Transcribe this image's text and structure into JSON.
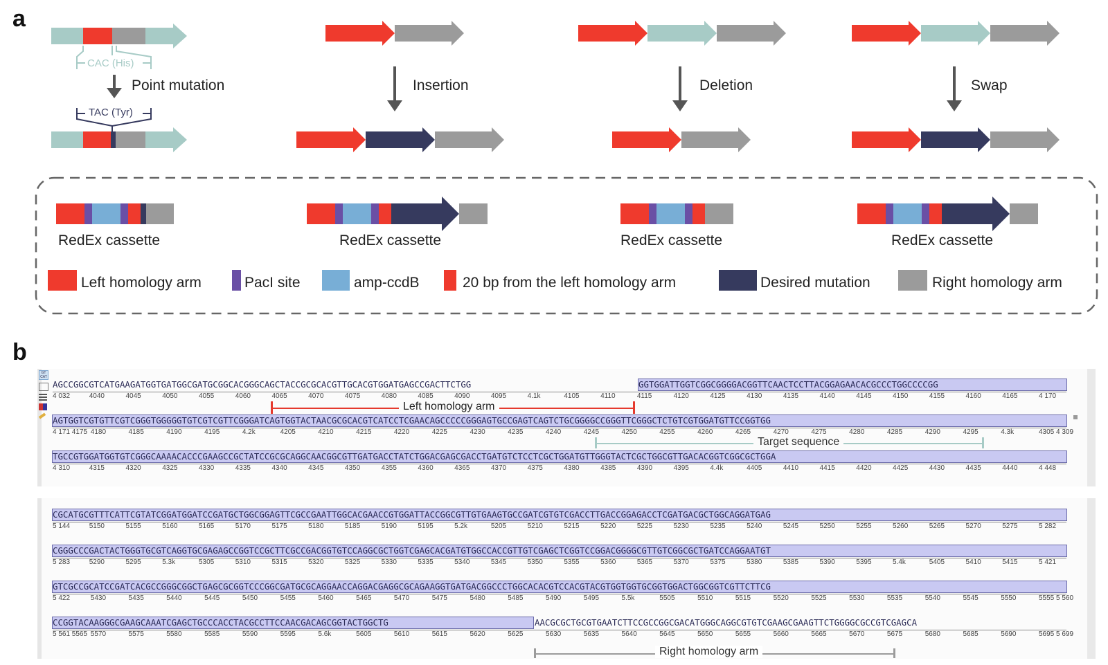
{
  "panel_a": {
    "letter": "a",
    "operations": {
      "point_mutation": "Point mutation",
      "insertion": "Insertion",
      "deletion": "Deletion",
      "swap": "Swap"
    },
    "codon_before": "CAC (His)",
    "codon_after": "TAC (Tyr)",
    "cassette_label": "RedEx cassette",
    "legend": [
      {
        "label": "Left homology arm",
        "color": "#ef3a2d"
      },
      {
        "label": "PacI site",
        "color": "#6a4fa5"
      },
      {
        "label": "amp-ccdB",
        "color": "#78aed6"
      },
      {
        "label": "20 bp from the left homology arm",
        "color": "#ef3a2d"
      },
      {
        "label": "Desired mutation",
        "color": "#363a5e"
      },
      {
        "label": "Right homology arm",
        "color": "#9b9b9b"
      }
    ],
    "colors": {
      "red": "#ef3a2d",
      "teal": "#a7cbc6",
      "gray": "#9b9b9b",
      "navy": "#363a5e",
      "purple": "#6a4fa5",
      "blue": "#78aed6"
    }
  },
  "panel_b": {
    "letter": "b",
    "toolbar_icons": [
      "gtc-cat-icon",
      "frame-icon",
      "translate-icon",
      "feature-icon",
      "pencil-icon"
    ],
    "top_rows": [
      {
        "seq_plain": "AGCCGGCGTCATGAAGATGGTGATGGCGATGCGGCACGGGCAGCTACCGCGCACGTTGCACGTGGATGAGCCGACTTCTGG",
        "seq_hl": "GGTGGATTGGTCGGCGGGGACGGTTCAACTCCTTACGGAGAACACGCCCTGGCCCCGG",
        "numbers": [
          "4 032",
          "4040",
          "4045",
          "4050",
          "4055",
          "4060",
          "4065",
          "4070",
          "4075",
          "4080",
          "4085",
          "4090",
          "4095",
          "4.1k",
          "4105",
          "4110",
          "4115",
          "4120",
          "4125",
          "4130",
          "4135",
          "4140",
          "4145",
          "4150",
          "4155",
          "4160",
          "4165",
          "4 170"
        ]
      },
      {
        "seq_hl": "AGTGGTCGTGTTCGTCGGGTGGGGGTGTCGTCGTTCGGGATCAGTGGTACTAACGCGCACGTCATCCTCGAACAGCCCCCGGGAGTGCCGAGTCAGTCTGCGGGGCCGGGTTCGGGCTCTGTCGTGGATGTTCCGGTGG",
        "numbers": [
          "4 171 4175",
          "4180",
          "4185",
          "4190",
          "4195",
          "4.2k",
          "4205",
          "4210",
          "4215",
          "4220",
          "4225",
          "4230",
          "4235",
          "4240",
          "4245",
          "4250",
          "4255",
          "4260",
          "4265",
          "4270",
          "4275",
          "4280",
          "4285",
          "4290",
          "4295",
          "4.3k",
          "4305 4 309"
        ]
      },
      {
        "seq_hl": "TGCCGTGGATGGTGTCGGGCAAAACACCCGAAGCCGCTATCCGCGCAGGCAACGGCGTTGATGACCTATCTGGACGAGCGACCTGATGTCTCCTCGCTGGATGTTGGGTACTCGCTGGCGTTGACACGGTCGGCGCTGGA",
        "numbers": [
          "4 310",
          "4315",
          "4320",
          "4325",
          "4330",
          "4335",
          "4340",
          "4345",
          "4350",
          "4355",
          "4360",
          "4365",
          "4370",
          "4375",
          "4380",
          "4385",
          "4390",
          "4395",
          "4.4k",
          "4405",
          "4410",
          "4415",
          "4420",
          "4425",
          "4430",
          "4435",
          "4440",
          "4 448"
        ]
      }
    ],
    "bottom_rows": [
      {
        "seq_hl": "CGCATGCGTTTCATTCGTATCGGATGGATCCGATGCTGGCGGAGTTCGCCGAATTGGCACGAACCGTGGATTACCGGCGTTGTGAAGTGCCGATCGTGTCGACCTTGACCGGAGACCTCGATGACGCTGGCAGGATGAG",
        "numbers": [
          "5 144",
          "5150",
          "5155",
          "5160",
          "5165",
          "5170",
          "5175",
          "5180",
          "5185",
          "5190",
          "5195",
          "5.2k",
          "5205",
          "5210",
          "5215",
          "5220",
          "5225",
          "5230",
          "5235",
          "5240",
          "5245",
          "5250",
          "5255",
          "5260",
          "5265",
          "5270",
          "5275",
          "5 282"
        ]
      },
      {
        "seq_hl": "CGGGCCCGACTACTGGGTGCGTCAGGTGCGAGAGCCGGTCCGCTTCGCCGACGGTGTCCAGGCGCTGGTCGAGCACGATGTGGCCACCGTTGTCGAGCTCGGTCCGGACGGGGCGTTGTCGGCGCTGATCCAGGAATGT",
        "numbers": [
          "5 283",
          "5290",
          "5295",
          "5.3k",
          "5305",
          "5310",
          "5315",
          "5320",
          "5325",
          "5330",
          "5335",
          "5340",
          "5345",
          "5350",
          "5355",
          "5360",
          "5365",
          "5370",
          "5375",
          "5380",
          "5385",
          "5390",
          "5395",
          "5.4k",
          "5405",
          "5410",
          "5415",
          "5 421"
        ]
      },
      {
        "seq_hl": "GTCGCCGCATCCGATCACGCCGGGCGGCTGAGCGCGGTCCCGGCGATGCGCAGGAACCAGGACGAGGCGCAGAAGGTGATGACGGCCCTGGCACACGTCCACGTACGTGGTGGTGCGGTGGACTGGCGGTCGTTCTTCG",
        "numbers": [
          "5 422",
          "5430",
          "5435",
          "5440",
          "5445",
          "5450",
          "5455",
          "5460",
          "5465",
          "5470",
          "5475",
          "5480",
          "5485",
          "5490",
          "5495",
          "5.5k",
          "5505",
          "5510",
          "5515",
          "5520",
          "5525",
          "5530",
          "5535",
          "5540",
          "5545",
          "5550",
          "5555 5 560"
        ]
      },
      {
        "seq_hl": "CCGGTACAAGGGCGAAGCAAATCGAGCTGCCCACCTACGCCTTCCAACGACAGCGGTACTGGCTG",
        "seq_plain": "AACGCGCTGCGTGAATCTTCCGCCGGCGACATGGGCAGGCGTGTCGAAGCGAAGTTCTGGGGCGCCGTCGAGCA",
        "numbers": [
          "5 561 5565",
          "5570",
          "5575",
          "5580",
          "5585",
          "5590",
          "5595",
          "5.6k",
          "5605",
          "5610",
          "5615",
          "5620",
          "5625",
          "5630",
          "5635",
          "5640",
          "5645",
          "5650",
          "5655",
          "5660",
          "5665",
          "5670",
          "5675",
          "5680",
          "5685",
          "5690",
          "5695 5 699"
        ]
      }
    ],
    "annotations": {
      "left_arm": "Left homology arm",
      "target": "Target sequence",
      "right_arm": "Right homology arm"
    }
  }
}
